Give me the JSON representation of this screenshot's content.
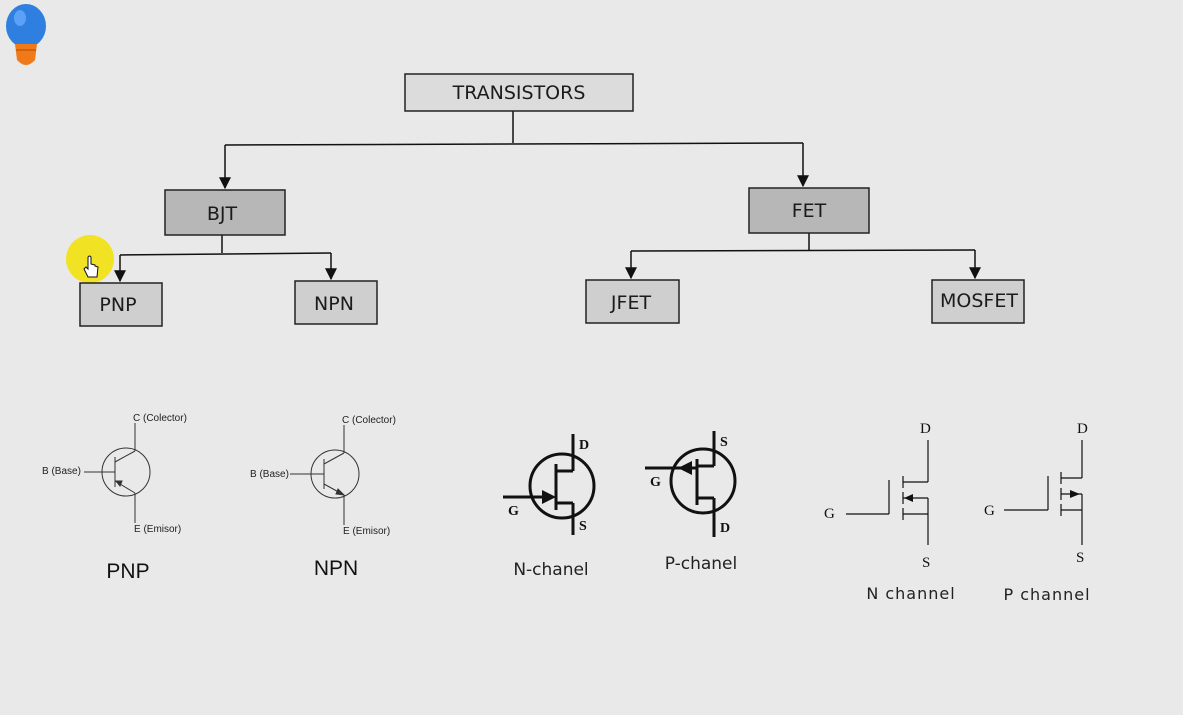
{
  "tree": {
    "root": "TRANSISTORS",
    "bjt": "BJT",
    "fet": "FET",
    "pnp": "PNP",
    "npn": "NPN",
    "jfet": "JFET",
    "mosfet": "MOSFET"
  },
  "symbols": {
    "pnp": {
      "collector": "C (Colector)",
      "base": "B (Base)",
      "emitter": "E (Emisor)",
      "caption": "PNP"
    },
    "npn": {
      "collector": "C (Colector)",
      "base": "B (Base)",
      "emitter": "E (Emisor)",
      "caption": "NPN"
    },
    "jfet_n": {
      "d": "D",
      "g": "G",
      "s": "S",
      "caption": "N-chanel"
    },
    "jfet_p": {
      "s": "S",
      "g": "G",
      "d": "D",
      "caption": "P-chanel"
    },
    "mos_n": {
      "d": "D",
      "g": "G",
      "s": "S",
      "caption": "N channel"
    },
    "mos_p": {
      "d": "D",
      "g": "G",
      "s": "S",
      "caption": "P channel"
    }
  },
  "colors": {
    "background": "#e9e9e9",
    "root_box": "#dcdcdc",
    "node_box": "#b7b7b7",
    "leaf_box": "#cfcfcf",
    "cursor_highlight": "#f2e000",
    "bulb": "#2e7fe0"
  },
  "icons": [
    "lightbulb-icon",
    "hand-cursor-icon"
  ]
}
